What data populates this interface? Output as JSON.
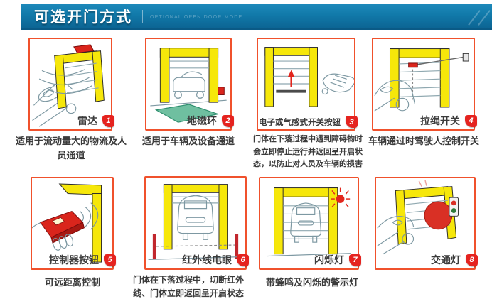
{
  "header": {
    "title_cn": "可选开门方式",
    "title_en": "OPTIONAL OPEN DOOR MODE.",
    "bg_color": "#0e6f9f",
    "text_color": "#ffffff"
  },
  "colors": {
    "panel_border": "#f0512c",
    "badge_red": "#e5231f",
    "frame_yellow": "#f6e70a",
    "accent_red": "#da251c",
    "mat_green": "#6fbfa0",
    "caption_text": "#3b3b3b"
  },
  "panels": [
    {
      "num": "1",
      "label": "雷达",
      "icon": "radar-gate",
      "caption": "适用于流动量大的物流及人员通道"
    },
    {
      "num": "2",
      "label": "地磁环",
      "icon": "ground-loop-gate",
      "caption": "适用于车辆及设备通道"
    },
    {
      "num": "3",
      "label": "电子或气感式开关按钮",
      "icon": "switch-button-gate",
      "caption": "门体在下落过程中遇到障碍物时会立即停止运行并返回呈开启状态，以防止对人员及车辆的损害"
    },
    {
      "num": "4",
      "label": "拉绳开关",
      "icon": "pull-rope-gate",
      "caption": "车辆通过时驾驶人控制开关"
    },
    {
      "num": "5",
      "label": "控制器按钮",
      "icon": "remote-controller",
      "caption": "可远距离控制"
    },
    {
      "num": "6",
      "label": "红外线电眼",
      "icon": "infrared-eye-gate",
      "caption": "门体在下落过程中，切断红外线、门体立即返回呈开启状态"
    },
    {
      "num": "7",
      "label": "闪烁灯",
      "icon": "flashing-light-gate",
      "caption": "带蜂鸣及闪烁的警示灯"
    },
    {
      "num": "8",
      "label": "交通灯",
      "icon": "traffic-light-gate",
      "caption": ""
    }
  ]
}
